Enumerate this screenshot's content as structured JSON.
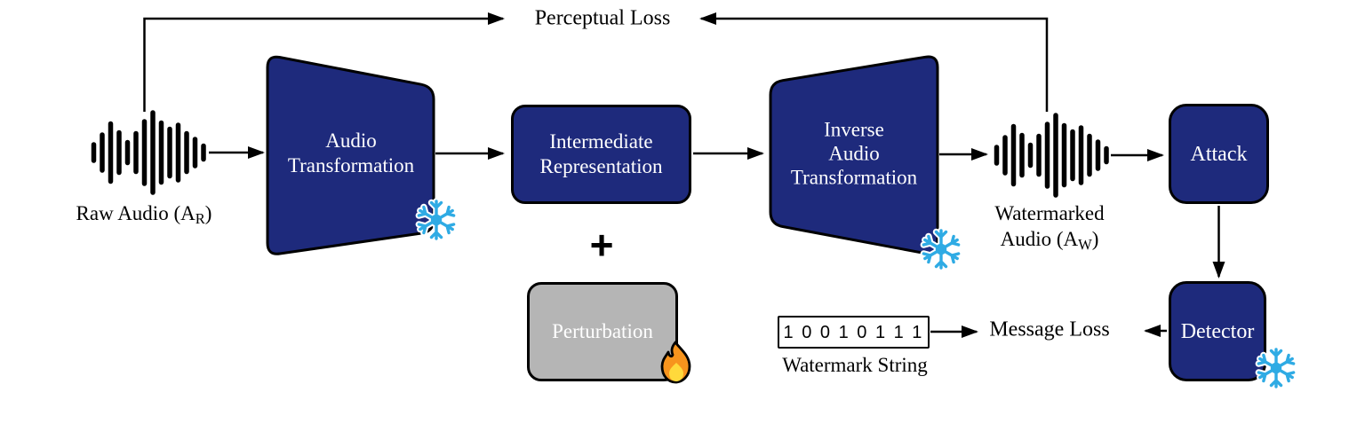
{
  "labels": {
    "perceptual_loss": "Perceptual Loss",
    "message_loss": "Message Loss",
    "plus_operator": "+",
    "raw_audio": {
      "prefix": "Raw Audio (A",
      "sub": "R",
      "suffix": ")"
    },
    "watermarked_audio": {
      "line1": "Watermarked",
      "line2_prefix": "Audio (A",
      "line2_sub": "W",
      "line2_suffix": ")"
    },
    "watermark_bits": "1 0 0 1 0 1 1 1",
    "watermark_string_caption": "Watermark String"
  },
  "blocks": {
    "audio_transformation": {
      "line1": "Audio",
      "line2": "Transformation"
    },
    "intermediate_representation": {
      "line1": "Intermediate",
      "line2": "Representation"
    },
    "perturbation": {
      "label": "Perturbation"
    },
    "inverse_audio_transformation": {
      "line1": "Inverse",
      "line2": "Audio",
      "line3": "Transformation"
    },
    "attack": {
      "label": "Attack"
    },
    "detector": {
      "label": "Detector"
    }
  },
  "icons": {
    "frozen": "snowflake-icon",
    "trainable": "flame-icon",
    "audio": "audio-waveform-icon"
  },
  "colors": {
    "block_fill": "#1e2a7c",
    "perturbation_fill": "#b5b5b5",
    "block_text": "#ffffff",
    "outline": "#000000",
    "snowflake_blue": "#2fabe4",
    "flame_orange": "#f7941d",
    "flame_red": "#f0581f",
    "flame_yellow": "#ffd93b",
    "background": "#ffffff"
  }
}
